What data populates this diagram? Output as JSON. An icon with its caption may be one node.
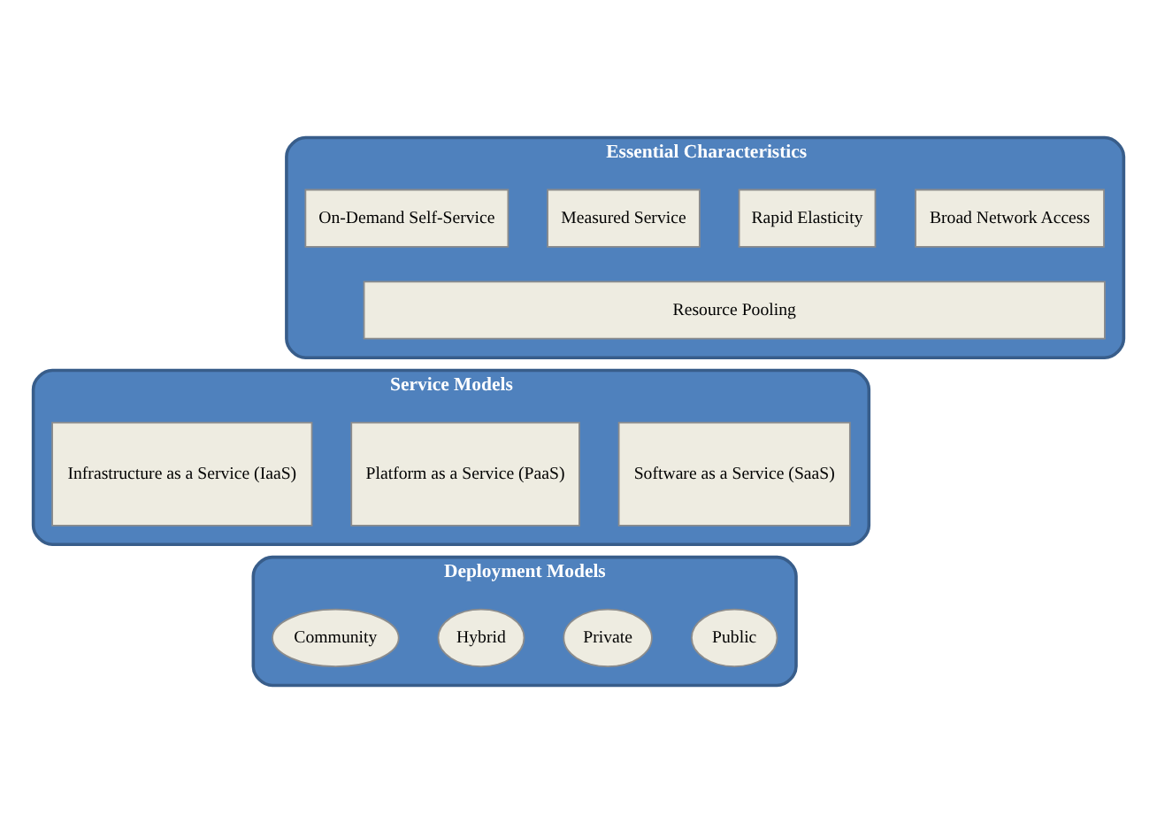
{
  "diagram": {
    "nodes": [
      {
        "text": [
          "Essential Characteristics"
        ]
      },
      {
        "text": [
          "Broad Network Access"
        ],
        "in": 0
      },
      {
        "text": [
          "Rapid Elasticity"
        ],
        "in": 0
      },
      {
        "text": [
          "Measured Service"
        ],
        "in": 0
      },
      {
        "text": [
          "On-Demand Self-Service"
        ],
        "in": 0
      },
      {
        "text": [
          "Resource Pooling"
        ],
        "in": 0
      },
      {
        "text": [
          "Service Models"
        ]
      },
      {
        "text": [
          "Software as a Service (SaaS)"
        ],
        "in": 6
      },
      {
        "text": [
          "Platform as a Service (PaaS)"
        ],
        "in": 6
      },
      {
        "text": [
          "Infrastructure as a Service (IaaS)"
        ],
        "in": 6
      },
      {
        "text": [
          "Deployment Models"
        ]
      },
      {
        "text": [
          "Public"
        ],
        "in": 10
      },
      {
        "text": [
          "Private"
        ],
        "in": 10
      },
      {
        "text": [
          "Hybrid"
        ],
        "in": 10
      },
      {
        "text": [
          "Community"
        ],
        "in": 10
      }
    ]
  }
}
